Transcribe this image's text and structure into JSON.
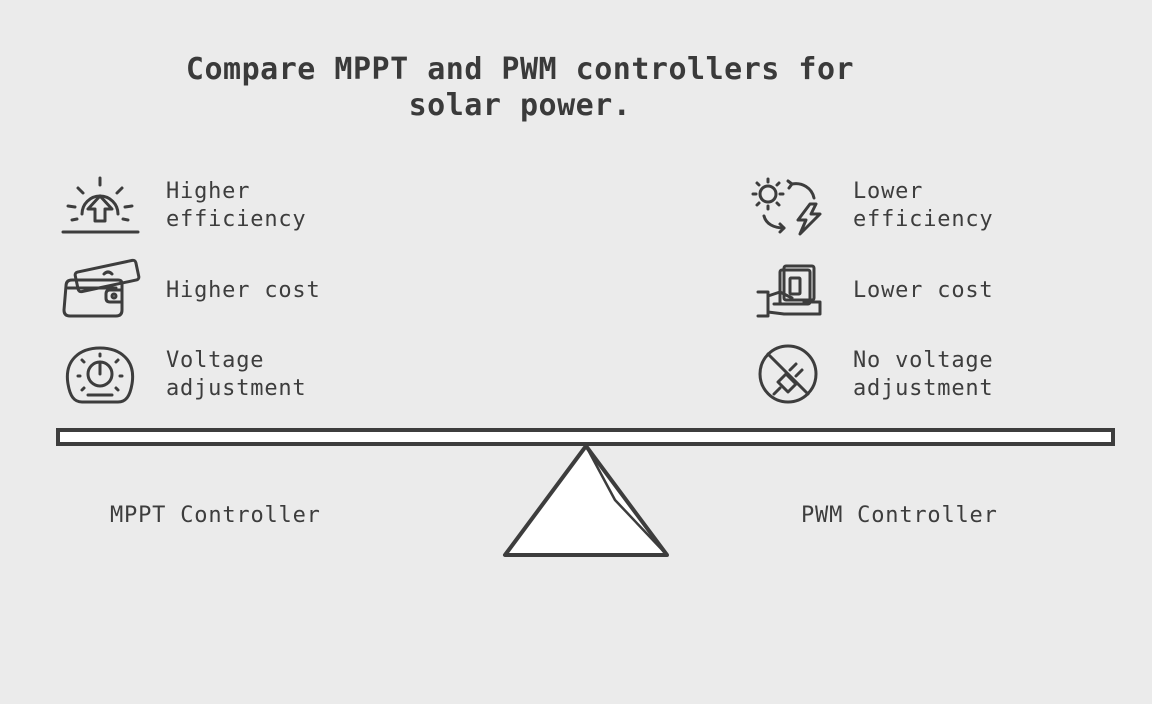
{
  "title_line1": "Compare MPPT and PWM controllers for",
  "title_line2": "solar power.",
  "left": {
    "controller_label": "MPPT Controller",
    "items": [
      {
        "line1": "Higher",
        "line2": "efficiency",
        "icon": "sunrise-arrow-icon"
      },
      {
        "line1": "Higher cost",
        "line2": "",
        "icon": "wallet-cash-icon"
      },
      {
        "line1": "Voltage",
        "line2": "adjustment",
        "icon": "gauge-dial-icon"
      }
    ]
  },
  "right": {
    "controller_label": "PWM Controller",
    "items": [
      {
        "line1": "Lower",
        "line2": "efficiency",
        "icon": "sun-lightning-cycle-icon"
      },
      {
        "line1": "Lower cost",
        "line2": "",
        "icon": "hand-holding-cash-icon"
      },
      {
        "line1": "No voltage",
        "line2": "adjustment",
        "icon": "no-plug-icon"
      }
    ]
  },
  "colors": {
    "background": "#ebebeb",
    "stroke": "#3d3d3d",
    "fill_white": "#ffffff"
  }
}
